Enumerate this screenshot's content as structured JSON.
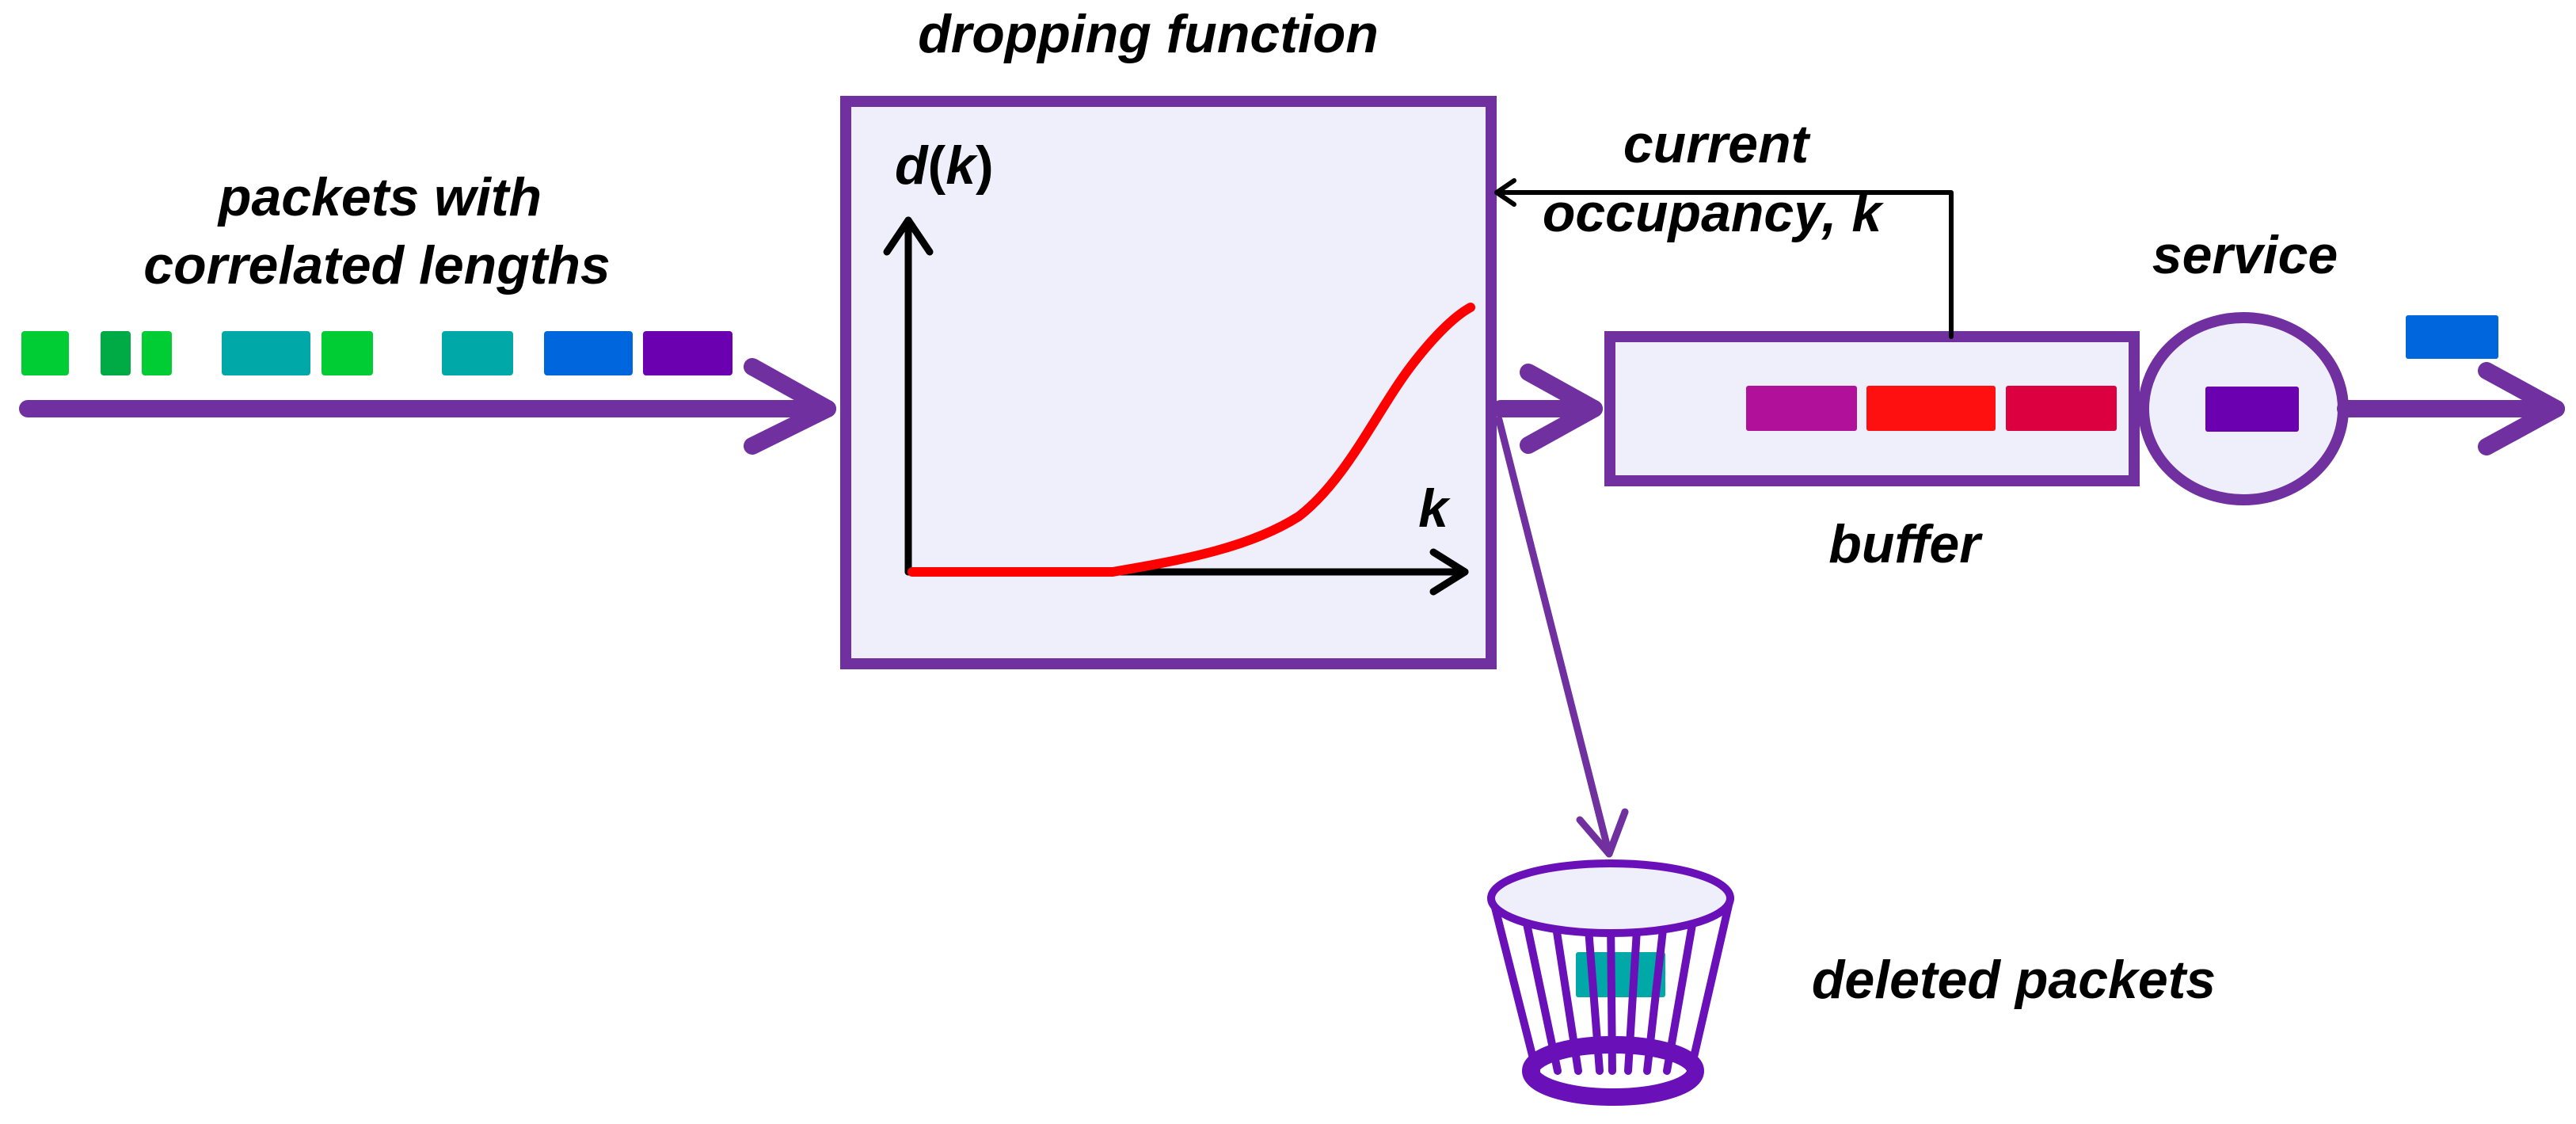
{
  "labels": {
    "incoming": [
      "packets with",
      "correlated lengths"
    ],
    "dropping_function": "dropping function",
    "feedback": [
      "current",
      "occupancy, k"
    ],
    "service": "service",
    "buffer": "buffer",
    "deleted": "deleted packets",
    "y_axis_d": "d",
    "y_axis_open": "(",
    "y_axis_k": "k",
    "y_axis_close": ")",
    "x_axis": "k"
  },
  "colors": {
    "flow_arrow": "#7030a0",
    "box_fill": "#efeffb",
    "curve": "#ff0000",
    "axis": "#000000",
    "bin_stroke": "#6a10b8"
  },
  "incoming_packets": [
    {
      "color": "#00cc33"
    },
    {
      "color": "#00aa44"
    },
    {
      "color": "#00cc33"
    },
    {
      "color": "#00a8a8"
    },
    {
      "color": "#00cc33"
    },
    {
      "color": "#00a8a8"
    },
    {
      "color": "#0066dd"
    },
    {
      "color": "#6a00b0"
    }
  ],
  "buffer_packets": [
    {
      "color": "#b0109a"
    },
    {
      "color": "#ff1010"
    },
    {
      "color": "#dd0040"
    }
  ],
  "service_packet": {
    "color": "#6a00b0"
  },
  "output_packet": {
    "color": "#0066dd"
  },
  "deleted_packet": {
    "color": "#00a8a8"
  }
}
